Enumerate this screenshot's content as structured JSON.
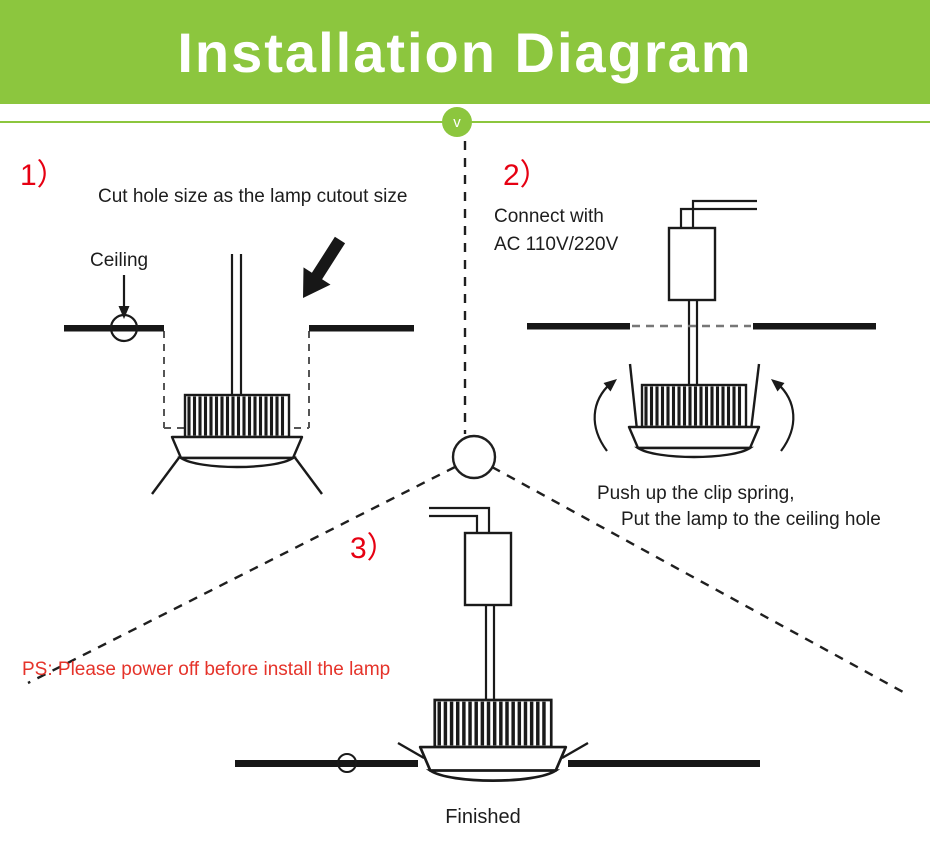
{
  "header": {
    "title": "Installation Diagram",
    "marker": "v"
  },
  "colors": {
    "brand_green": "#8cc63e",
    "step_red": "#e60012",
    "warning_red": "#e5332a",
    "line_black": "#1a1a1a"
  },
  "steps": {
    "step1": {
      "number": "1）",
      "caption": "Cut hole size as the lamp cutout size",
      "ceiling_label": "Ceiling"
    },
    "step2": {
      "number": "2）",
      "caption_line1": "Connect with",
      "caption_line2": "AC 110V/220V",
      "instruction_line1": "Push up the clip spring,",
      "instruction_line2": "Put the lamp to the ceiling hole"
    },
    "step3": {
      "number": "3）",
      "warning": "PS: Please power off before install the lamp",
      "finished_label": "Finished"
    }
  }
}
